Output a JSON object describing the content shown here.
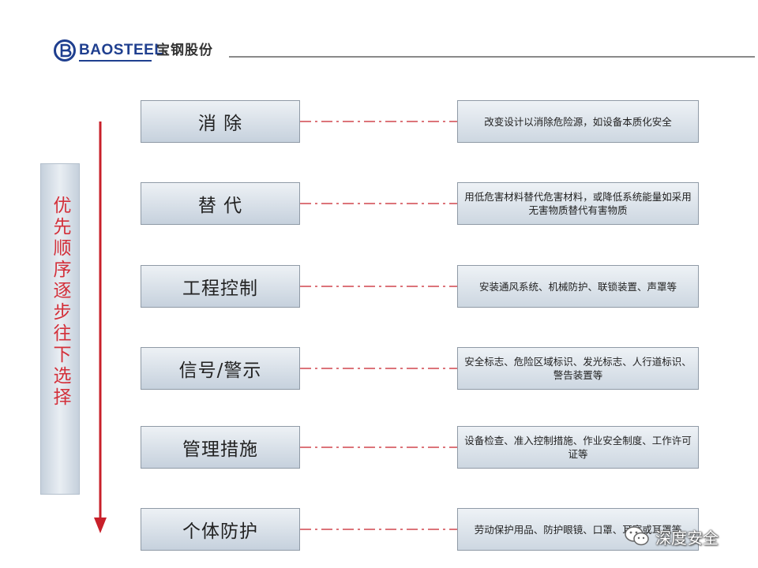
{
  "header": {
    "brand_en": "BAOSTEEL",
    "brand_cn": "宝钢股份",
    "brand_color": "#1f3f8f"
  },
  "priority": {
    "text": "优先顺序逐步往下选择",
    "text_color": "#d3303a",
    "arrow_color": "#c8202a"
  },
  "levels": [
    {
      "label": "消  除",
      "description": "改变设计以消除危险源，如设备本质化安全"
    },
    {
      "label": "替  代",
      "description": "用低危害材料替代危害材料，或降低系统能量如采用无害物质替代有害物质"
    },
    {
      "label": "工程控制",
      "description": "安装通风系统、机械防护、联锁装置、声罩等"
    },
    {
      "label": "信号/警示",
      "description": "安全标志、危险区域标识、发光标志、人行道标识、警告装置等"
    },
    {
      "label": "管理措施",
      "description": "设备检查、准入控制措施、作业安全制度、工作许可证等"
    },
    {
      "label": "个体防护",
      "description": "劳动保护用品、防护眼镜、口罩、耳塞或耳罩等"
    }
  ],
  "connector_color": "#c8202a",
  "watermark": {
    "text": "深度安全",
    "icon": "wechat-icon"
  }
}
